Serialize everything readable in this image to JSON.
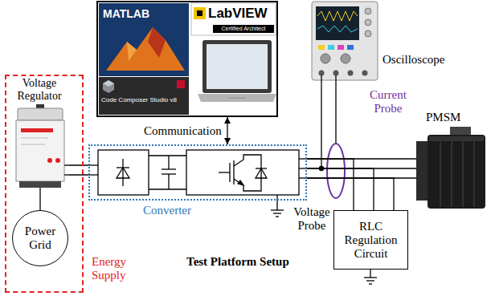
{
  "diagram": {
    "nodes": [
      {
        "text": [
          "MATLAB",
          "LabVIEW",
          "Certified Architect",
          "Code Composer Studio v8"
        ]
      },
      {
        "text": [
          "Oscilloscope"
        ]
      },
      {
        "text": [
          "Energy Supply"
        ]
      },
      {
        "text": [
          "Voltage Regulator"
        ],
        "in": 2
      },
      {
        "text": [
          "Power Grid"
        ],
        "in": 2
      },
      {
        "text": [
          "Converter"
        ]
      },
      {
        "text": [
          "PMSM"
        ]
      },
      {
        "text": [
          "RLC Regulation Circuit"
        ]
      }
    ],
    "edges": [
      {
        "from": 4,
        "to": 3,
        "arrow": "none"
      },
      {
        "from": 3,
        "to": 5,
        "arrow": "none"
      },
      {
        "from": 0,
        "to": 5,
        "label": "Communication",
        "arrow": "both"
      },
      {
        "from": 5,
        "to": 6,
        "arrow": "none"
      },
      {
        "from": 5,
        "to": 7,
        "arrow": "none"
      }
    ],
    "labels": [
      "Current Probe",
      "Voltage Probe",
      "Test Platform Setup"
    ]
  }
}
